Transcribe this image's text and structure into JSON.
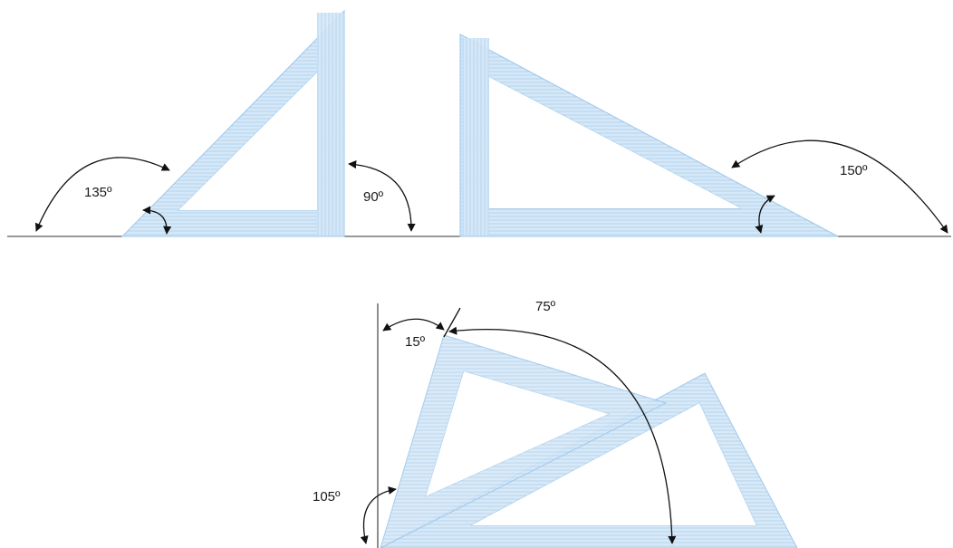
{
  "colors": {
    "square_fill": "#cfe4f6",
    "square_hatch": "#a9cdee",
    "ink": "#111111"
  },
  "labels": {
    "angle_135": "135º",
    "angle_90": "90º",
    "angle_150": "150º",
    "angle_75": "75º",
    "angle_15": "15º",
    "angle_105": "105º"
  }
}
